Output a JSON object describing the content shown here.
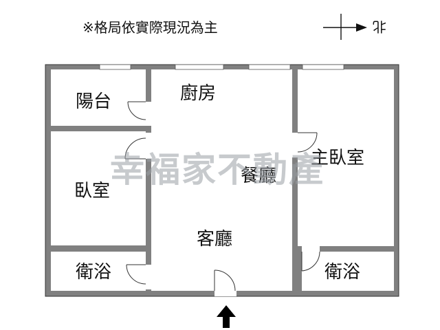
{
  "note": "※格局依實際現況為主",
  "compass": {
    "label": "北",
    "icon": "north-arrow-icon"
  },
  "watermark": "幸福家不動產",
  "rooms": {
    "balcony": "陽台",
    "kitchen": "廚房",
    "bedroom": "臥室",
    "dining": "餐廳",
    "master_bedroom": "主臥室",
    "living": "客廳",
    "bath_left": "衛浴",
    "bath_right": "衛浴"
  },
  "entrance": {
    "icon": "entrance-arrow-icon"
  },
  "colors": {
    "wall": "#808080",
    "watermark": "#9aa0a6",
    "text": "#111111"
  }
}
